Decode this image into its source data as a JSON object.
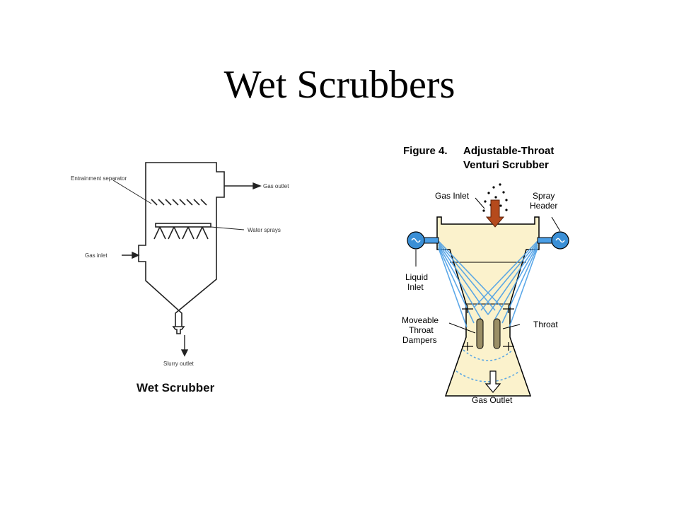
{
  "slide": {
    "title": "Wet Scrubbers"
  },
  "left_diagram": {
    "labels": {
      "entrainment_separator": "Entrainment separator",
      "gas_outlet": "Gas outlet",
      "water_sprays": "Water sprays",
      "gas_inlet": "Gas inlet",
      "slurry_outlet": "Slurry outlet"
    },
    "caption": "Wet Scrubber"
  },
  "right_diagram": {
    "figure_number": "Figure 4.",
    "title_line1": "Adjustable-Throat",
    "title_line2": "Venturi Scrubber",
    "labels": {
      "gas_inlet": "Gas Inlet",
      "spray_header_1": "Spray",
      "spray_header_2": "Header",
      "liquid_inlet_1": "Liquid",
      "liquid_inlet_2": "Inlet",
      "dampers_1": "Moveable",
      "dampers_2": "Throat",
      "dampers_3": "Dampers",
      "throat": "Throat",
      "gas_outlet": "Gas Outlet"
    },
    "colors": {
      "body_fill": "#fbf2cc",
      "spray_blue": "#4b9fe6",
      "arrow_brown": "#b54a1c",
      "damper": "#9b8f66"
    }
  }
}
